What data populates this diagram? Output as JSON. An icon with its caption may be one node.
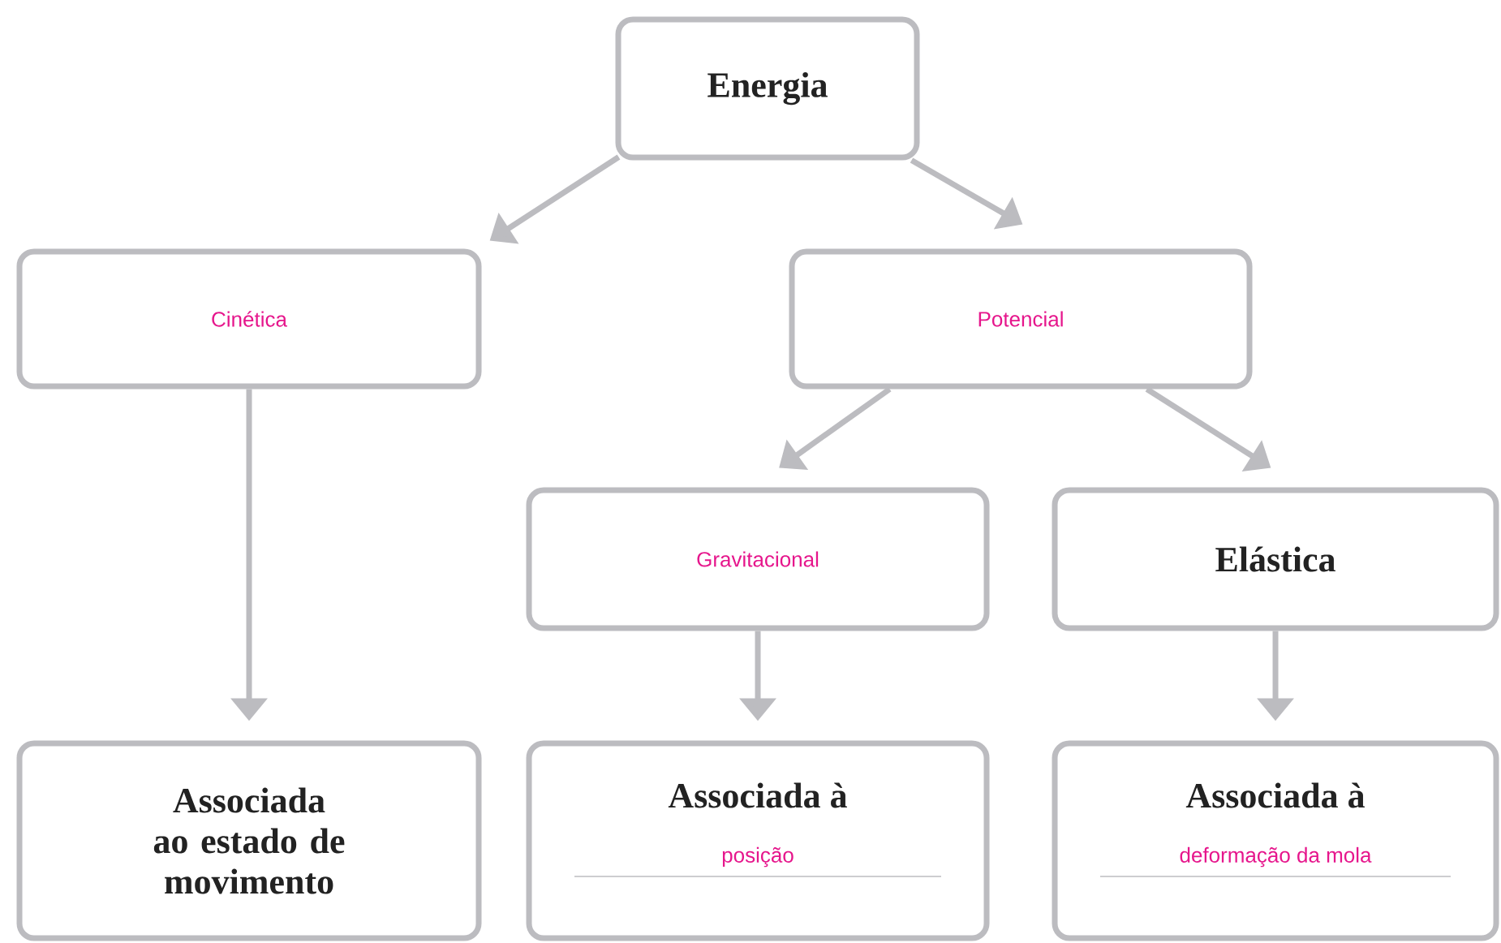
{
  "diagram": {
    "nodes": [
      {
        "text": [
          "Energia"
        ]
      },
      {
        "text": [
          "Cinética"
        ]
      },
      {
        "text": [
          "Potencial"
        ]
      },
      {
        "text": [
          "Gravitacional"
        ]
      },
      {
        "text": [
          "Elástica"
        ]
      },
      {
        "text": [
          "Associada ao estado de movimento"
        ]
      },
      {
        "text": [
          "Associada à",
          "posição"
        ]
      },
      {
        "text": [
          "Associada à",
          "deformação da mola"
        ]
      }
    ],
    "edges": [
      {
        "from": 0,
        "to": 1,
        "arrow": "to"
      },
      {
        "from": 0,
        "to": 2,
        "arrow": "to"
      },
      {
        "from": 1,
        "to": 5,
        "arrow": "to"
      },
      {
        "from": 2,
        "to": 3,
        "arrow": "to"
      },
      {
        "from": 2,
        "to": 4,
        "arrow": "to"
      },
      {
        "from": 3,
        "to": 6,
        "arrow": "to"
      },
      {
        "from": 4,
        "to": 7,
        "arrow": "to"
      }
    ]
  }
}
